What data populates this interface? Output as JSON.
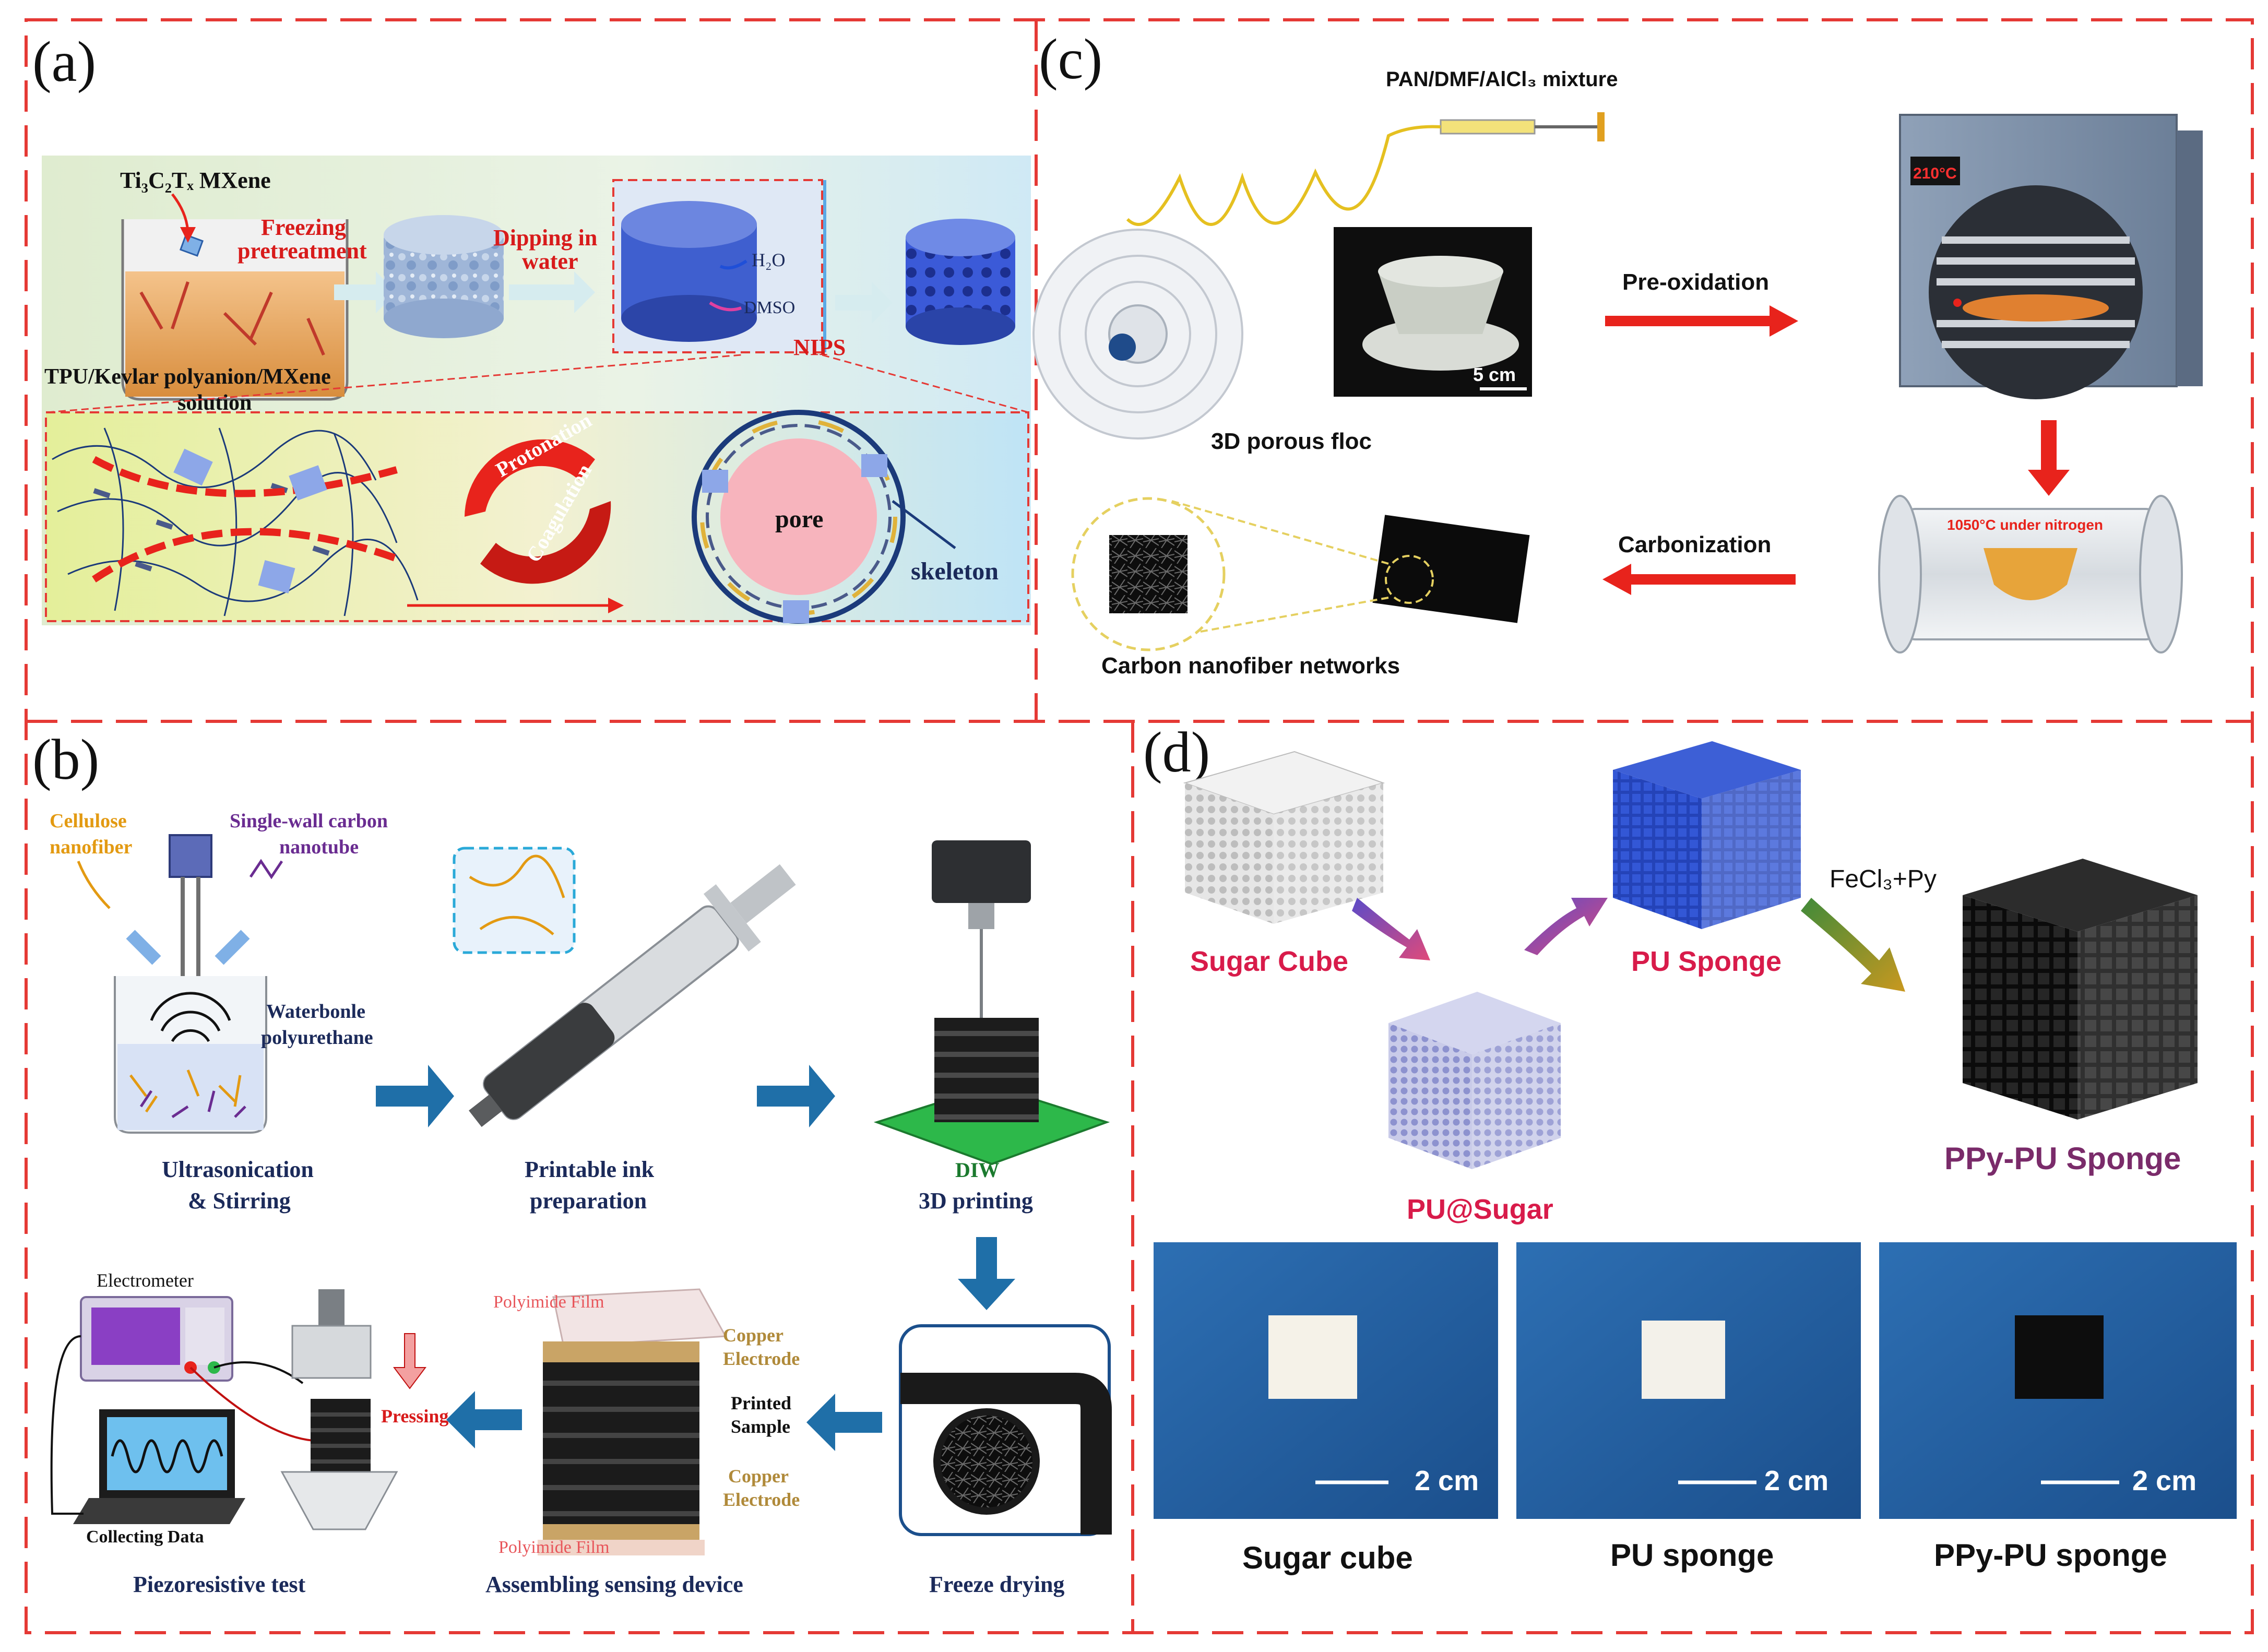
{
  "colors": {
    "frame_dash": "#e53935",
    "arrow_red": "#e8231c",
    "arrow_blue": "#1f6fa8",
    "label_red": "#d81b1b",
    "label_purple": "#6a2c91",
    "label_orange": "#e39a12",
    "text_navy": "#1b2a5a",
    "blue_solid": "#2d4fc6",
    "dark": "#151515"
  },
  "panel_a": {
    "label": "(a)",
    "mxene": "Ti₃C₂Tₓ MXene",
    "freezing": "Freezing",
    "pretreatment": "pretreatment",
    "dipping": "Dipping in",
    "water": "water",
    "h2o": "H₂O",
    "dmso": "DMSO",
    "nips": "NIPS",
    "solution_line1": "TPU/Kevlar polyanion/MXene",
    "solution_line2": "solution",
    "protonation": "Protonation",
    "coagulation": "Coagulation",
    "pore": "pore",
    "skeleton": "skeleton"
  },
  "panel_b": {
    "label": "(b)",
    "cellulose_line1": "Cellulose",
    "cellulose_line2": "nanofiber",
    "swcnt_line1": "Single-wall carbon",
    "swcnt_line2": "nanotube",
    "waterborne_line1": "Waterbonle",
    "waterborne_line2": "polyurethane",
    "ultrasonication_line1": "Ultrasonication",
    "ultrasonication_line2": "& Stirring",
    "ink_line1": "Printable ink",
    "ink_line2": "preparation",
    "diw": "DIW",
    "printing": "3D printing",
    "freeze": "Freeze drying",
    "assembling": "Assembling sensing device",
    "piezo": "Piezoresistive test",
    "polyimide_top": "Polyimide Film",
    "polyimide_bottom": "Polyimide Film",
    "copper1_line1": "Copper",
    "copper1_line2": "Electrode",
    "printed_line1": "Printed",
    "printed_line2": "Sample",
    "copper2_line1": "Copper",
    "copper2_line2": "Electrode",
    "electrometer": "Electrometer",
    "pressing": "Pressing",
    "collecting": "Collecting Data"
  },
  "panel_c": {
    "label": "(c)",
    "mixture": "PAN/DMF/AlCl₃ mixture",
    "scale": "5 cm",
    "floc": "3D porous floc",
    "preox": "Pre-oxidation",
    "oven_temp": "210°C",
    "furnace": "1050°C under nitrogen",
    "carbonization": "Carbonization",
    "networks": "Carbon nanofiber networks"
  },
  "panel_d": {
    "label": "(d)",
    "sugar_cube": "Sugar Cube",
    "pu_sponge": "PU Sponge",
    "pu_sugar": "PU@Sugar",
    "reagent": "FeCl₃+Py",
    "ppy_pu": "PPy-PU Sponge",
    "photo1_scale": "2 cm",
    "photo2_scale": "2 cm",
    "photo3_scale": "2 cm",
    "photo1_caption": "Sugar cube",
    "photo2_caption": "PU sponge",
    "photo3_caption": "PPy-PU sponge"
  }
}
